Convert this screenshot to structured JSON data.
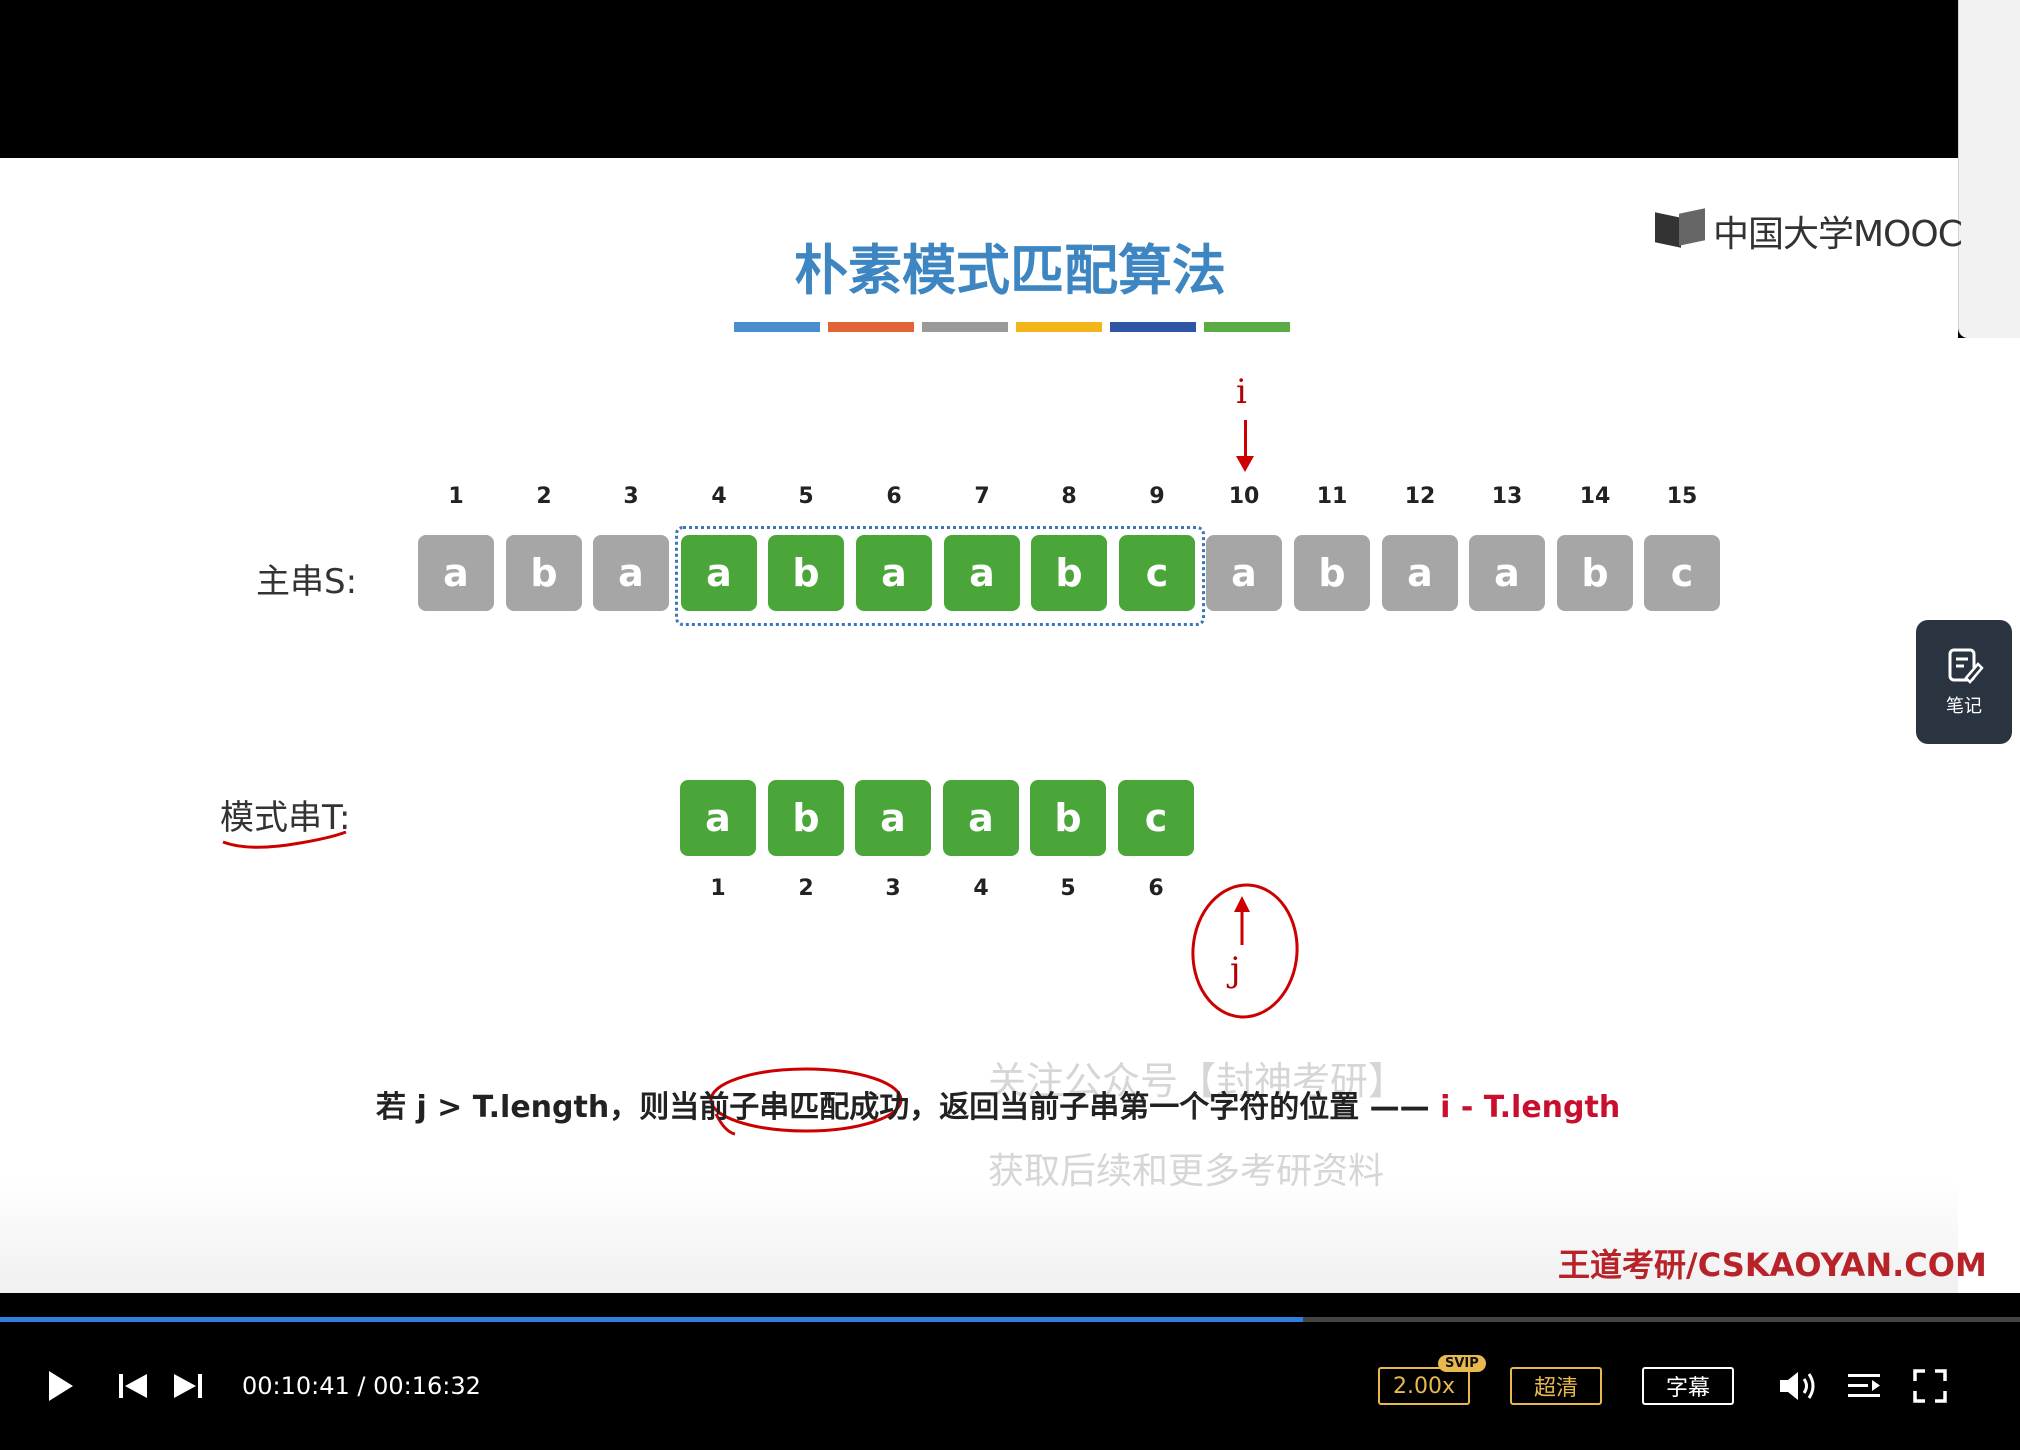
{
  "brand": {
    "logo_text": "中国大学MOOC",
    "footer": "王道考研/CSKAOYAN.COM"
  },
  "slide": {
    "title": "朴素模式匹配算法",
    "colorbar": [
      "#4a8ed2",
      "#e06636",
      "#9a9a9a",
      "#f3b51a",
      "#2f56a6",
      "#5aaa46"
    ],
    "pointer_i": "i",
    "pointer_j": "j",
    "main_label": "主串S:",
    "pattern_label": "模式串T:",
    "main_indices": [
      "1",
      "2",
      "3",
      "4",
      "5",
      "6",
      "7",
      "8",
      "9",
      "10",
      "11",
      "12",
      "13",
      "14",
      "15"
    ],
    "main_chars": [
      "a",
      "b",
      "a",
      "a",
      "b",
      "a",
      "a",
      "b",
      "c",
      "a",
      "b",
      "a",
      "a",
      "b",
      "c"
    ],
    "main_highlight": [
      false,
      false,
      false,
      true,
      true,
      true,
      true,
      true,
      true,
      false,
      false,
      false,
      false,
      false,
      false
    ],
    "pattern_chars": [
      "a",
      "b",
      "a",
      "a",
      "b",
      "c"
    ],
    "pattern_indices": [
      "1",
      "2",
      "3",
      "4",
      "5",
      "6"
    ],
    "condition_text": "若 j > T.length，则当前子串匹配成功，返回当前子串第一个字符的位置 —— ",
    "condition_result": "i - T.length",
    "watermark_1": "关注公众号【封神考研】",
    "watermark_2": "获取后续和更多考研资料"
  },
  "side_panel": {
    "note_label": "笔记"
  },
  "player": {
    "time_display": "00:10:41 / 00:16:32",
    "progress_fraction": 0.645,
    "speed": "2.00x",
    "speed_badge": "SVIP",
    "quality": "超清",
    "subtitle": "字幕",
    "accent_color": "#2d7fe0"
  }
}
